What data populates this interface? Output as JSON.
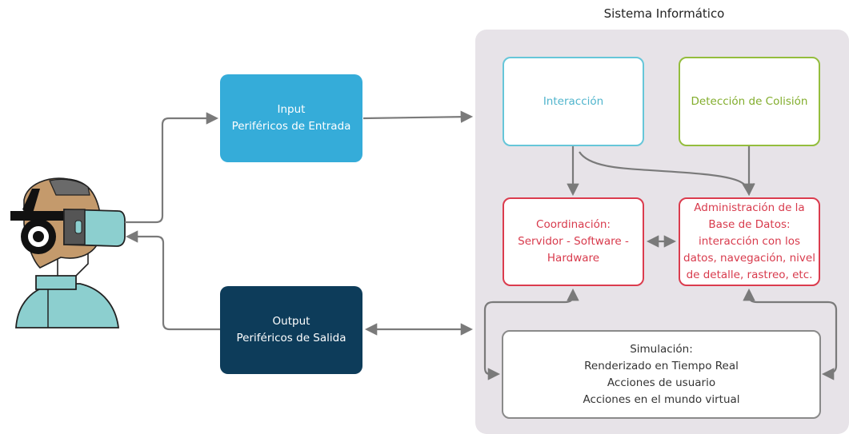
{
  "panel": {
    "title": "Sistema Informático"
  },
  "input": {
    "line1": "Input",
    "line2": "Periféricos de Entrada"
  },
  "output": {
    "line1": "Output",
    "line2": "Periféricos de Salida"
  },
  "interaccion": {
    "label": "Interacción"
  },
  "colision": {
    "label": "Detección de Colisión"
  },
  "coordinacion": {
    "lines": [
      "Coordinación:",
      "Servidor - Software -",
      "Hardware"
    ]
  },
  "administracion": {
    "lines": [
      "Administración de la",
      "Base de Datos:",
      "interacción con los",
      "datos, navegación, nivel",
      "de detalle, rastreo, etc."
    ]
  },
  "simulacion": {
    "lines": [
      "Simulación:",
      "Renderizado en Tiempo Real",
      "Acciones de usuario",
      "Acciones en el mundo virtual"
    ]
  },
  "colors": {
    "input": "#35acd9",
    "output": "#0d3c5a",
    "interaccion": "#66c6d9",
    "colision": "#94bd3d",
    "red": "#db3c4e",
    "panel": "#e7e3e8",
    "arrow": "#7a7a7a"
  },
  "icons": {
    "user": "vr-headset-user-icon"
  }
}
